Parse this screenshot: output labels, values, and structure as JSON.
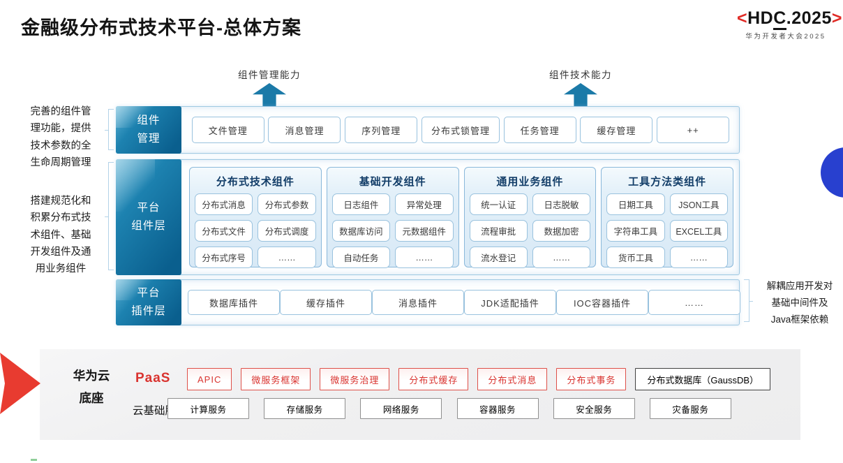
{
  "title": "金融级分布式技术平台-总体方案",
  "logo": {
    "bracket_left": "<",
    "hd": "HD",
    "c": "C",
    "rest": ".2025",
    "bracket_right": ">",
    "subtitle": "华为开发者大会2025"
  },
  "capability_arrows": [
    {
      "label": "组件管理能力"
    },
    {
      "label": "组件技术能力"
    }
  ],
  "side_notes": {
    "component_mgmt_note": "完善的组件管\n理功能，提供\n技术参数的全\n生命周期管理",
    "platform_note": "搭建规范化和\n积累分布式技\n术组件、基础\n开发组件及通\n用业务组件",
    "plugin_note": "解耦应用开发对\n基础中间件及\nJava框架依赖"
  },
  "component_mgmt_row": {
    "label": "组件\n管理",
    "items": [
      "文件管理",
      "消息管理",
      "序列管理",
      "分布式锁管理",
      "任务管理",
      "缓存管理",
      "++"
    ]
  },
  "platform_component_row": {
    "label": "平台\n组件层",
    "columns": [
      {
        "title": "分布式技术组件",
        "items": [
          "分布式消息",
          "分布式参数",
          "分布式文件",
          "分布式调度",
          "分布式序号",
          "……"
        ]
      },
      {
        "title": "基础开发组件",
        "items": [
          "日志组件",
          "异常处理",
          "数据库访问",
          "元数据组件",
          "自动任务",
          "……"
        ]
      },
      {
        "title": "通用业务组件",
        "items": [
          "统一认证",
          "日志脱敏",
          "流程审批",
          "数据加密",
          "流水登记",
          "……"
        ]
      },
      {
        "title": "工具方法类组件",
        "items": [
          "日期工具",
          "JSON工具",
          "字符串工具",
          "EXCEL工具",
          "货币工具",
          "……"
        ]
      }
    ]
  },
  "plugin_row": {
    "label": "平台\n插件层",
    "items": [
      "数据库插件",
      "缓存插件",
      "消息插件",
      "JDK适配插件",
      "IOC容器插件",
      "……"
    ]
  },
  "foundation": {
    "label": "华为云\n底座",
    "paas_label": "PaaS",
    "paas_items": [
      "APIC",
      "微服务框架",
      "微服务治理",
      "分布式缓存",
      "分布式消息",
      "分布式事务"
    ],
    "paas_db": "分布式数据库（GaussDB）",
    "cloud_label": "云基础服务",
    "cloud_items": [
      "计算服务",
      "存储服务",
      "网络服务",
      "容器服务",
      "安全服务",
      "灾备服务"
    ]
  },
  "colors": {
    "accent_blue": "#0a5f8e",
    "light_blue_border": "#9fc8e2",
    "arrow_blue": "#1b7aa8",
    "brand_red": "#d9332f",
    "red_arrow": "#e83b30",
    "circle_blue": "#2840cf",
    "slab_gray": "#f0f0f1"
  }
}
